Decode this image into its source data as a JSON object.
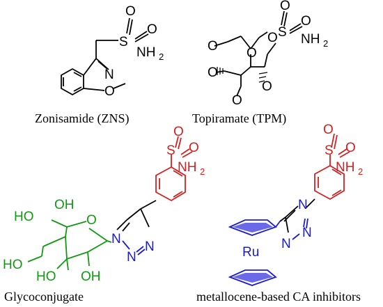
{
  "colors": {
    "black": "#000000",
    "red": "#d42020",
    "green": "#119911",
    "blue": "#1a1ad6"
  },
  "molecules": {
    "zonisamide": {
      "caption": "Zonisamide (ZNS)",
      "atoms": {
        "s": "S",
        "o1": "O",
        "o2": "O",
        "nh": "NH",
        "nh_sub": "2",
        "n": "N",
        "o": "O"
      }
    },
    "topiramate": {
      "caption": "Topiramate (TPM)",
      "atoms": {
        "s": "S",
        "o1": "O",
        "o2": "O",
        "nh": "NH",
        "nh_sub": "2",
        "o_link": "O"
      }
    },
    "glycoconjugate": {
      "caption": "Glycoconjugate",
      "atoms": {
        "s": "S",
        "o1": "O",
        "o2": "O",
        "nh": "NH",
        "nh_sub": "2",
        "oh_top": "OH",
        "ho_left": "HO",
        "ho_mid": "HO",
        "ho_bottom": "HO",
        "oh_bottom": "OH",
        "o_ring": "O",
        "n1": "N",
        "n2": "N",
        "n3": "N"
      }
    },
    "metallocene": {
      "caption": "metallocene-based CA inhibitors",
      "atoms": {
        "s": "S",
        "o1": "O",
        "o2": "O",
        "nh": "NH",
        "nh_sub": "2",
        "n1": "N",
        "n2": "N",
        "n3": "N",
        "ru": "Ru"
      }
    }
  }
}
